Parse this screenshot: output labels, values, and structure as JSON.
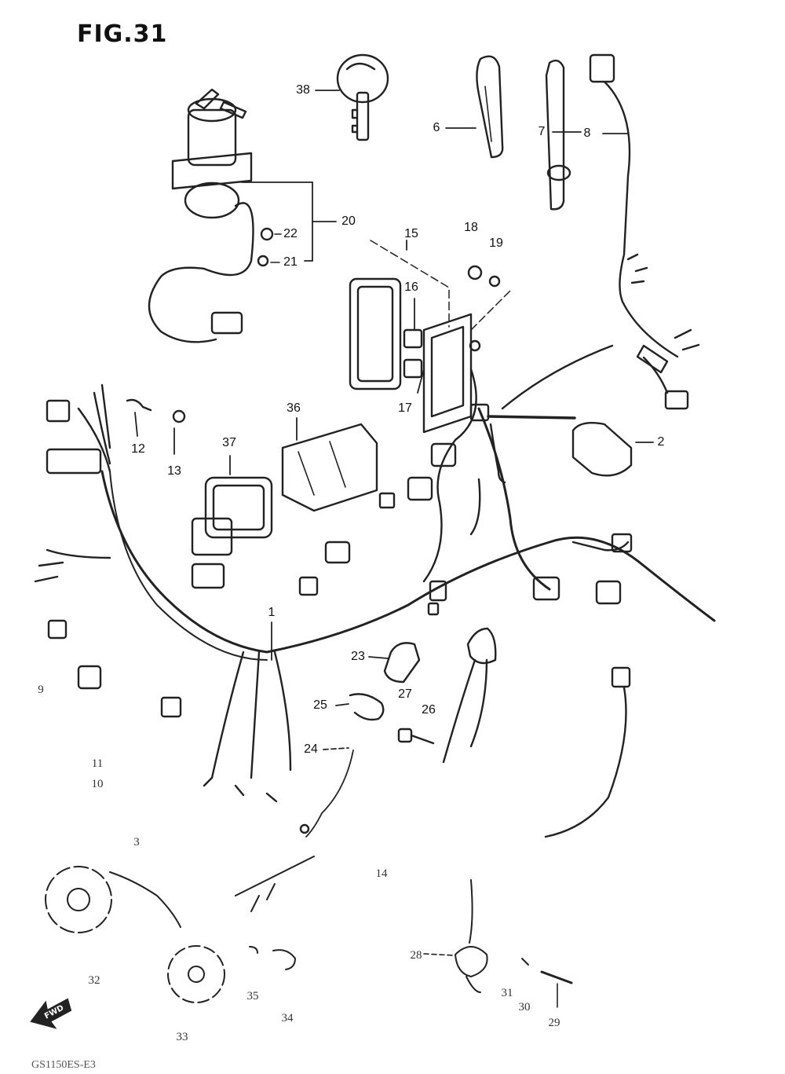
{
  "figure": {
    "title": "FIG.31"
  },
  "callouts": {
    "c1": "1",
    "c2": "2",
    "c3": "3",
    "c6": "6",
    "c7": "7",
    "c8": "8",
    "c9": "9",
    "c10": "10",
    "c11": "11",
    "c12": "12",
    "c13": "13",
    "c14": "14",
    "c15": "15",
    "c16": "16",
    "c17": "17",
    "c18": "18",
    "c19": "19",
    "c20": "20",
    "c21": "21",
    "c22": "22",
    "c23": "23",
    "c24": "24",
    "c25": "25",
    "c26": "26",
    "c27": "27",
    "c28": "28",
    "c29": "29",
    "c30": "30",
    "c31": "31",
    "c32": "32",
    "c33": "33",
    "c34": "34",
    "c35": "35",
    "c36": "36",
    "c37": "37",
    "c38": "38"
  },
  "direction_badge": {
    "text": "FWD",
    "icon": "forward-arrow-icon"
  },
  "footer": {
    "code": "GS1150ES-E3"
  }
}
